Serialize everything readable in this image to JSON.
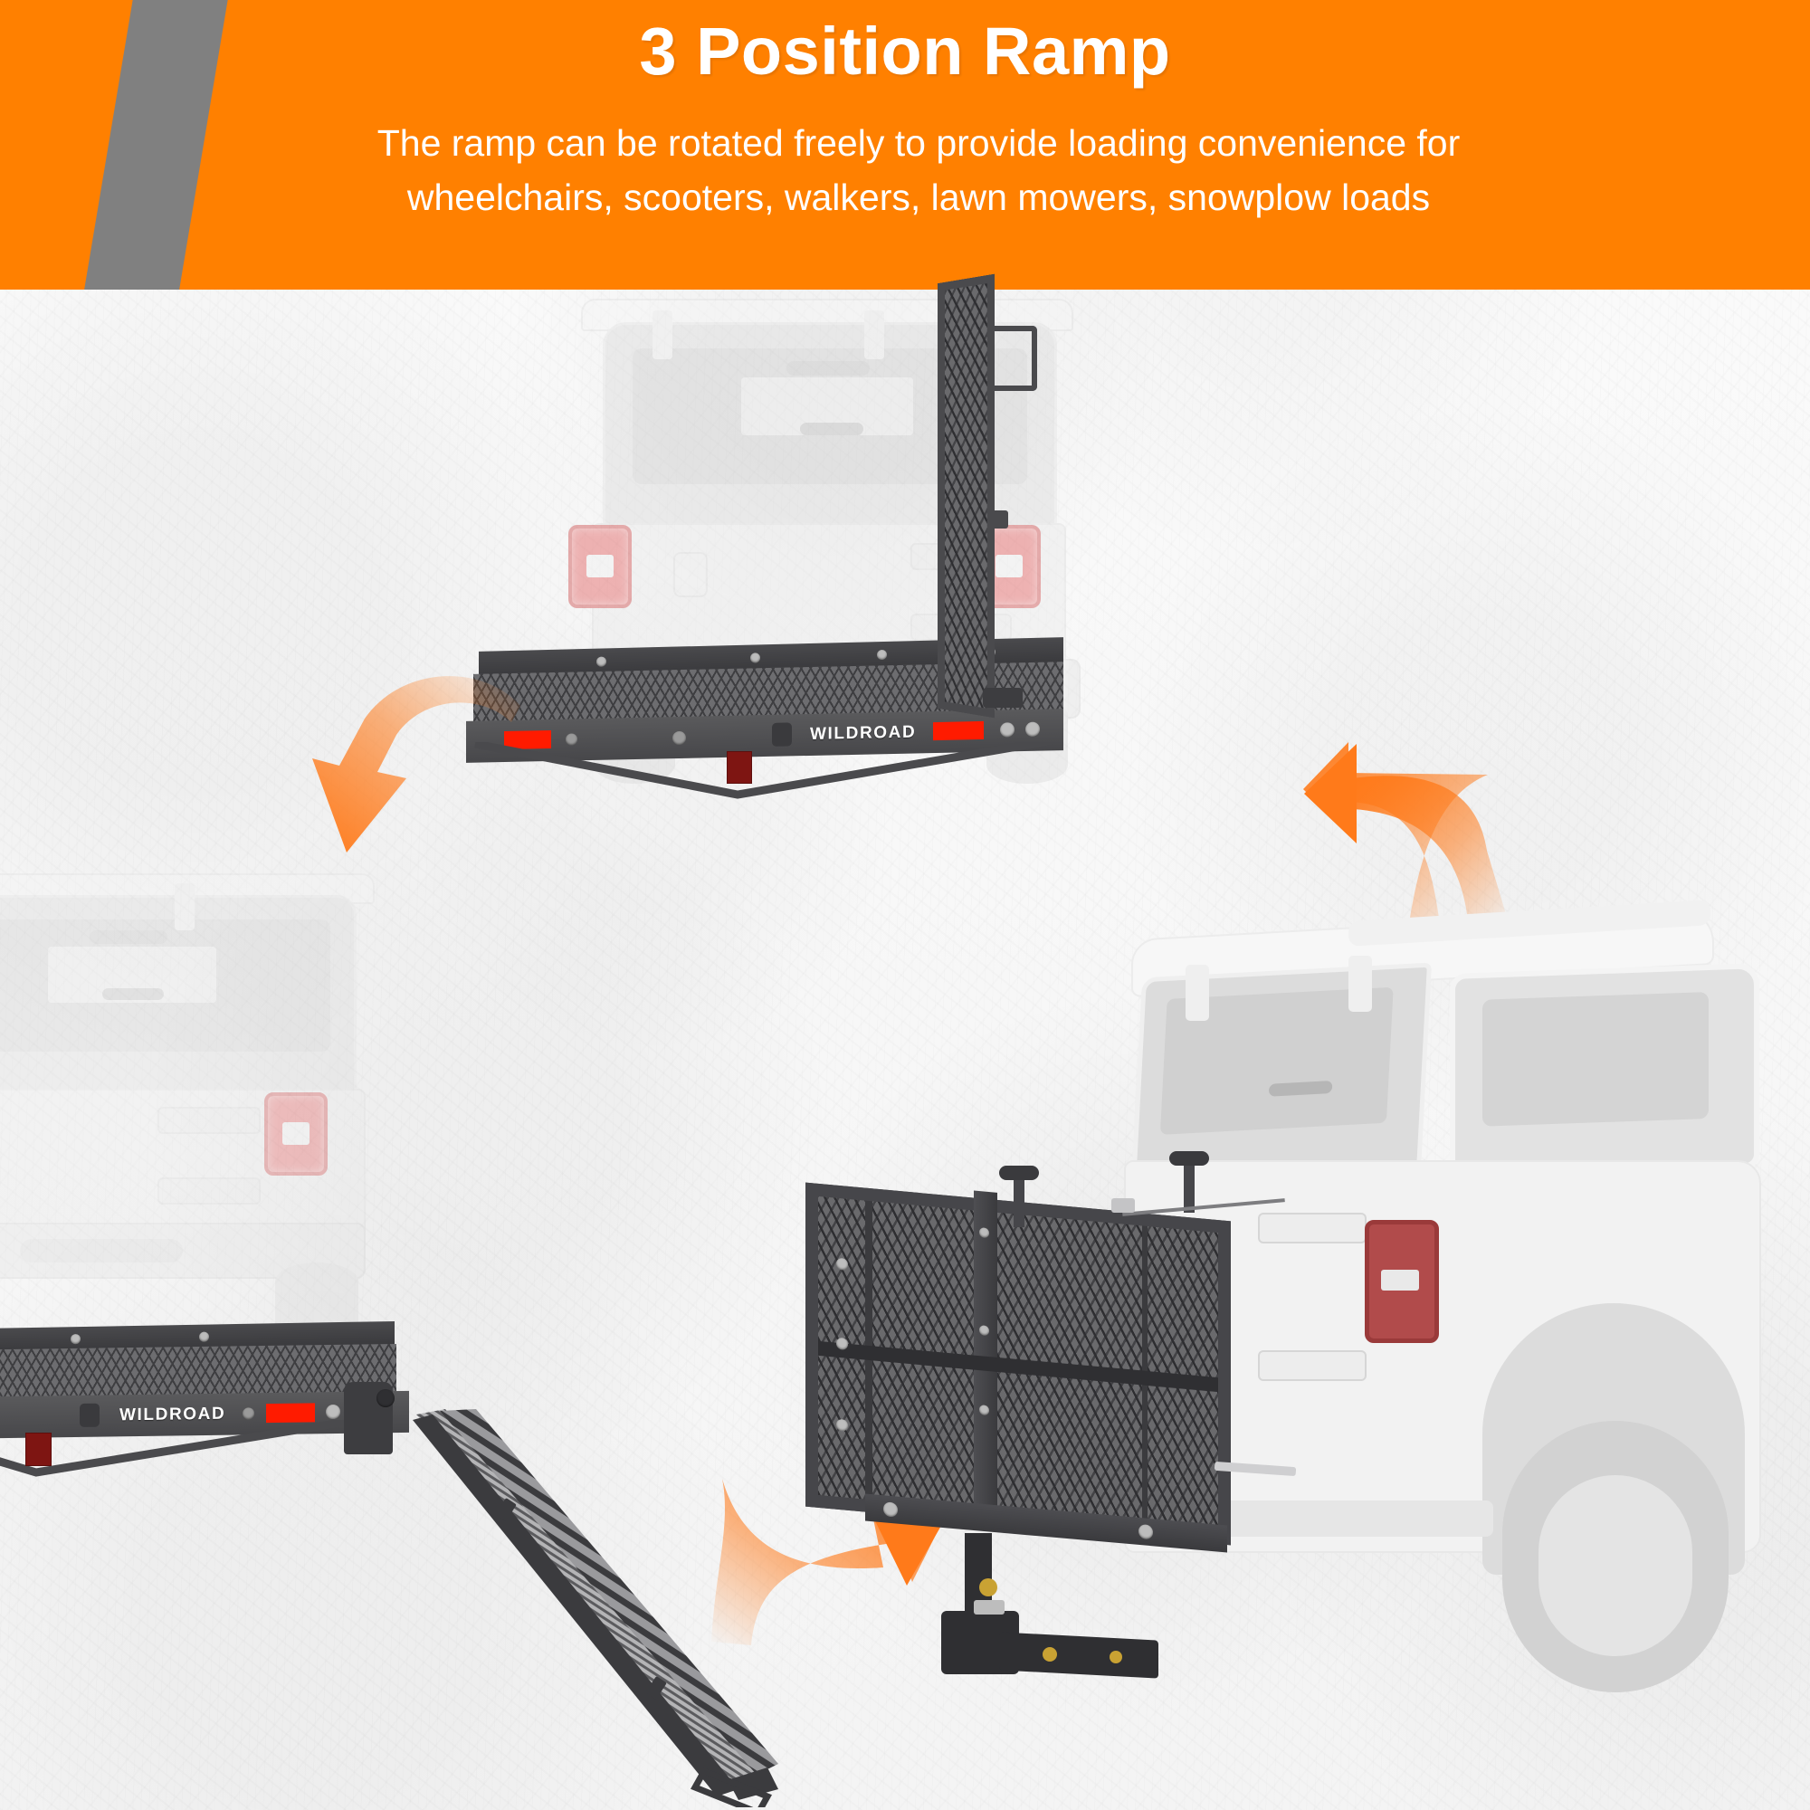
{
  "header": {
    "title": "3 Position Ramp",
    "subtitle_line1": "The ramp can be rotated freely to provide loading convenience for",
    "subtitle_line2": "wheelchairs, scooters, walkers, lawn mowers, snowplow loads",
    "bg_color": "#FF8000",
    "stripe_color": "#808080",
    "text_color": "#FFFFFF"
  },
  "brand": {
    "name": "WILDROAD"
  },
  "colors": {
    "accent_orange": "#FF8000",
    "steel_dark": "#3A3A3D",
    "steel_mid": "#5A5A5C",
    "reflector_red": "#FF1B00",
    "reflector_dark_red": "#7E1512",
    "vehicle_body": "#E9E9E9",
    "background": "#F7F7F7"
  },
  "scenes": [
    {
      "id": "scene-ramp-upright",
      "name": "ramp-upright-position",
      "position_label": "Position 1 - ramp folded upright beside cargo carrier",
      "vehicle": "jeep-rear-view",
      "carrier_brand": "WILDROAD"
    },
    {
      "id": "scene-ramp-extended",
      "name": "ramp-extended-to-ground-position",
      "position_label": "Position 2 - ramp extended down to the ground for loading",
      "vehicle": "jeep-rear-view",
      "carrier_brand": "WILDROAD"
    },
    {
      "id": "scene-ramp-folded",
      "name": "ramp-folded-up-against-vehicle-position",
      "position_label": "Position 3 - carrier and ramp folded flat up against the vehicle",
      "vehicle": "jeep-three-quarter-rear-view",
      "carrier_brand": "WILDROAD"
    }
  ],
  "arrows": [
    {
      "id": "arrow-1",
      "name": "rotation-arrow-down-left",
      "direction": "down-left",
      "color": "#FF7A1A"
    },
    {
      "id": "arrow-2",
      "name": "rotation-arrow-left",
      "direction": "left",
      "color": "#FF7A1A"
    },
    {
      "id": "arrow-3",
      "name": "rotation-arrow-up-right",
      "direction": "up-right",
      "color": "#FF7A1A"
    }
  ]
}
